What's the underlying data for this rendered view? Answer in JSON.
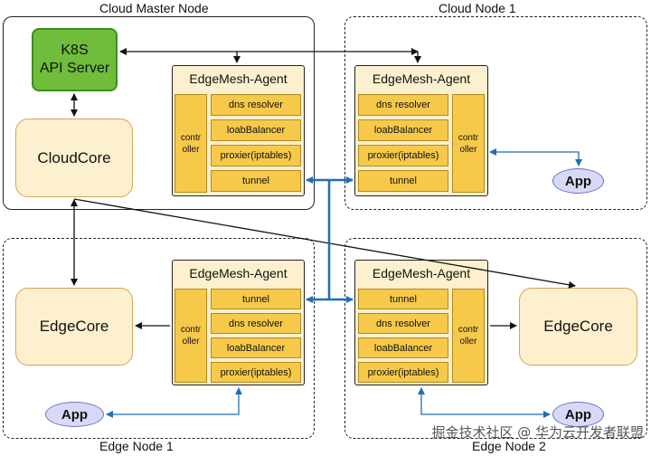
{
  "nodes": {
    "cloud_master": {
      "title": "Cloud Master Node"
    },
    "cloud_node_1": {
      "title": "Cloud Node 1"
    },
    "edge_node_1": {
      "title": "Edge Node  1"
    },
    "edge_node_2": {
      "title": "Edge Node 2"
    }
  },
  "k8s": {
    "line1": "K8S",
    "line2": "API Server"
  },
  "cloudcore": {
    "label": "CloudCore"
  },
  "edgecore_1": {
    "label": "EdgeCore"
  },
  "edgecore_2": {
    "label": "EdgeCore"
  },
  "agents": {
    "master": {
      "title": "EdgeMesh-Agent",
      "controller": [
        "contr",
        "oller"
      ],
      "modules": [
        "dns resolver",
        "loabBalancer",
        "proxier(iptables)",
        "tunnel"
      ]
    },
    "cloud1": {
      "title": "EdgeMesh-Agent",
      "controller": [
        "contr",
        "oller"
      ],
      "modules": [
        "dns resolver",
        "loabBalancer",
        "proxier(iptables)",
        "tunnel"
      ]
    },
    "edge1": {
      "title": "EdgeMesh-Agent",
      "controller": [
        "contr",
        "oller"
      ],
      "modules": [
        "tunnel",
        "dns resolver",
        "loabBalancer",
        "proxier(iptables)"
      ]
    },
    "edge2": {
      "title": "EdgeMesh-Agent",
      "controller": [
        "contr",
        "oller"
      ],
      "modules": [
        "tunnel",
        "dns resolver",
        "loabBalancer",
        "proxier(iptables)"
      ]
    }
  },
  "apps": {
    "cloud1": "App",
    "edge1": "App",
    "edge2": "App"
  },
  "watermark": "掘金技术社区 @ 华为云开发者联盟",
  "colors": {
    "link_blue": "#1f6fb2",
    "arrow_black": "#111111",
    "module_fill": "#f6c94a",
    "container_fill": "#fdf0cf",
    "k8s_fill": "#6fbd3b"
  }
}
